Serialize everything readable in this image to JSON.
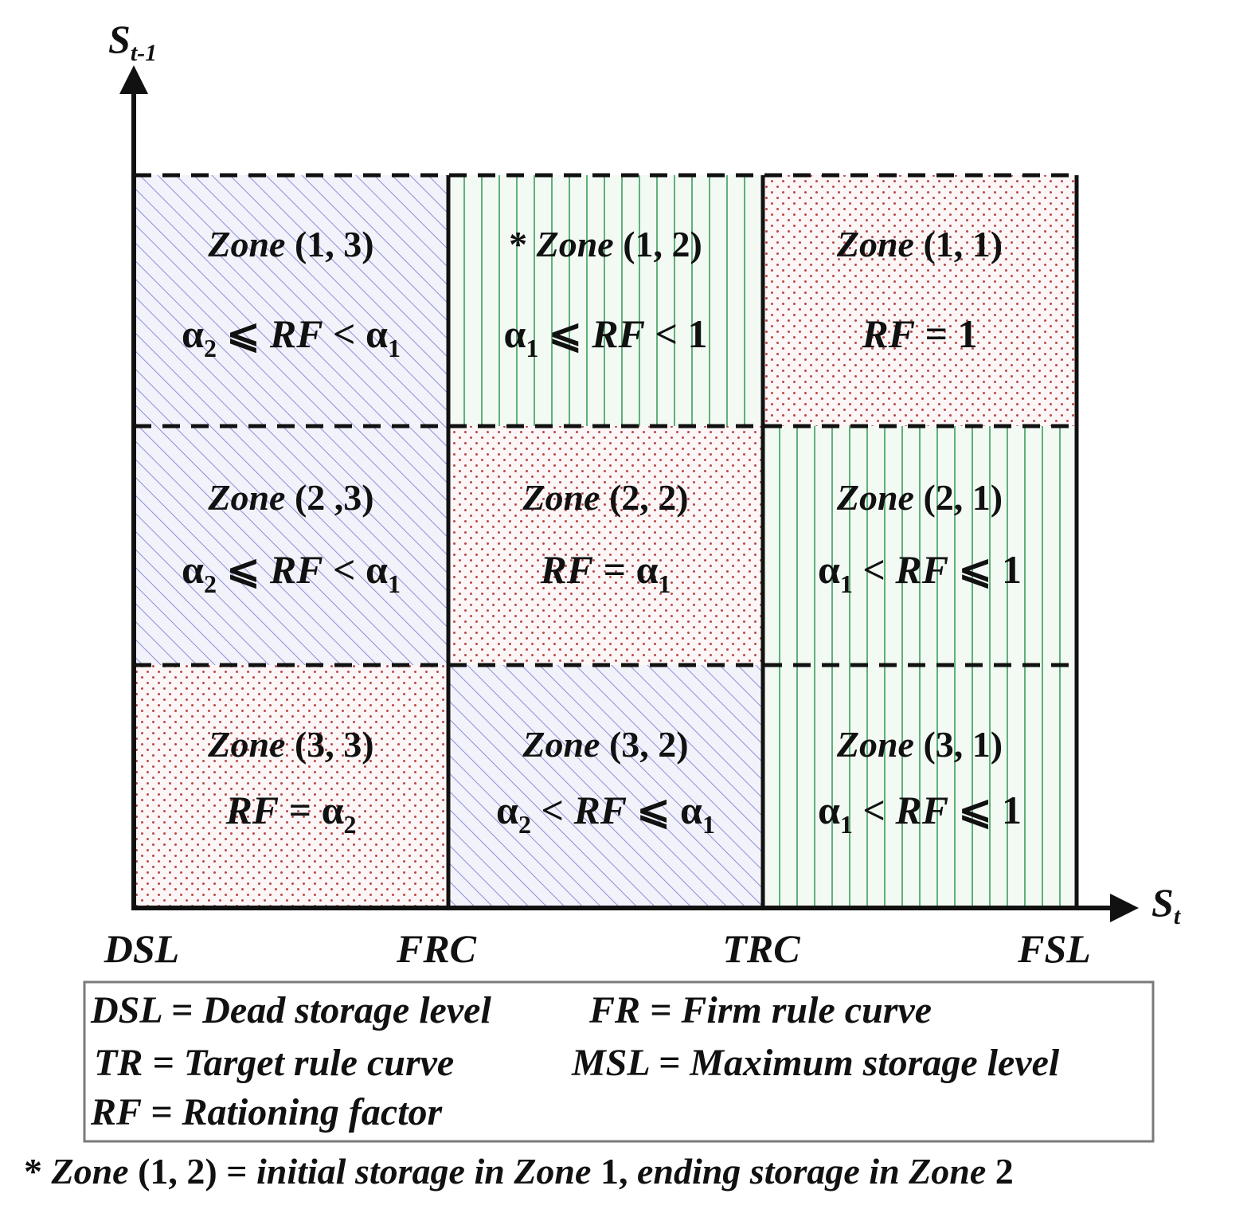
{
  "axes": {
    "y_label_main": "S",
    "y_label_sub": "t-1",
    "x_label_main": "S",
    "x_label_sub": "t"
  },
  "x_ticks": [
    "DSL",
    "FRC",
    "TRC",
    "FSL"
  ],
  "zones": [
    {
      "id": "zone-1-3",
      "pattern": "diag",
      "star": "",
      "title": "Zone",
      "coords": "(1, 3)",
      "eq": [
        {
          "t": "α",
          "i": false
        },
        {
          "t": "2",
          "i": false,
          "sub": true
        },
        {
          "t": " ⩽ ",
          "i": false
        },
        {
          "t": "RF",
          "i": true
        },
        {
          "t": " < ",
          "i": false
        },
        {
          "t": "α",
          "i": false
        },
        {
          "t": "1",
          "i": false,
          "sub": true
        }
      ]
    },
    {
      "id": "zone-1-2",
      "pattern": "vert",
      "star": "* ",
      "title": "Zone",
      "coords": "(1, 2)",
      "eq": [
        {
          "t": "α",
          "i": false
        },
        {
          "t": "1",
          "i": false,
          "sub": true
        },
        {
          "t": " ⩽ ",
          "i": false
        },
        {
          "t": "RF",
          "i": true
        },
        {
          "t": " < 1",
          "i": false
        }
      ]
    },
    {
      "id": "zone-1-1",
      "pattern": "dots",
      "star": "",
      "title": "Zone",
      "coords": "(1, 1)",
      "eq": [
        {
          "t": "RF",
          "i": true
        },
        {
          "t": " = 1",
          "i": false
        }
      ]
    },
    {
      "id": "zone-2-3",
      "pattern": "diag",
      "star": "",
      "title": "Zone",
      "coords": "(2 ,3)",
      "eq": [
        {
          "t": "α",
          "i": false
        },
        {
          "t": "2",
          "i": false,
          "sub": true
        },
        {
          "t": " ⩽ ",
          "i": false
        },
        {
          "t": "RF",
          "i": true
        },
        {
          "t": " < ",
          "i": false
        },
        {
          "t": "α",
          "i": false
        },
        {
          "t": "1",
          "i": false,
          "sub": true
        }
      ]
    },
    {
      "id": "zone-2-2",
      "pattern": "dots",
      "star": "",
      "title": "Zone",
      "coords": "(2, 2)",
      "eq": [
        {
          "t": "RF",
          "i": true
        },
        {
          "t": " = ",
          "i": false
        },
        {
          "t": "α",
          "i": false
        },
        {
          "t": "1",
          "i": false,
          "sub": true
        }
      ]
    },
    {
      "id": "zone-2-1",
      "pattern": "vert",
      "star": "",
      "title": "Zone",
      "coords": "(2, 1)",
      "eq": [
        {
          "t": "α",
          "i": false
        },
        {
          "t": "1",
          "i": false,
          "sub": true
        },
        {
          "t": " < ",
          "i": false
        },
        {
          "t": "RF",
          "i": true
        },
        {
          "t": " ⩽ 1",
          "i": false
        }
      ]
    },
    {
      "id": "zone-3-3",
      "pattern": "dots",
      "star": "",
      "title": "Zone",
      "coords": "(3, 3)",
      "eq": [
        {
          "t": "RF",
          "i": true
        },
        {
          "t": " = ",
          "i": false
        },
        {
          "t": "α",
          "i": false
        },
        {
          "t": "2",
          "i": false,
          "sub": true
        }
      ]
    },
    {
      "id": "zone-3-2",
      "pattern": "diag",
      "star": "",
      "title": "Zone",
      "coords": "(3, 2)",
      "eq": [
        {
          "t": "α",
          "i": false
        },
        {
          "t": "2",
          "i": false,
          "sub": true
        },
        {
          "t": " < ",
          "i": false
        },
        {
          "t": "RF",
          "i": true
        },
        {
          "t": " ⩽ ",
          "i": false
        },
        {
          "t": "α",
          "i": false
        },
        {
          "t": "1",
          "i": false,
          "sub": true
        }
      ]
    },
    {
      "id": "zone-3-1",
      "pattern": "vert",
      "star": "",
      "title": "Zone",
      "coords": "(3, 1)",
      "eq": [
        {
          "t": "α",
          "i": false
        },
        {
          "t": "1",
          "i": false,
          "sub": true
        },
        {
          "t": " < ",
          "i": false
        },
        {
          "t": "RF",
          "i": true
        },
        {
          "t": " ⩽ 1",
          "i": false
        }
      ]
    }
  ],
  "legend": {
    "items": [
      "DSL = Dead storage level",
      "FR = Firm rule curve",
      "TR = Target rule curve",
      "MSL = Maximum storage level",
      "RF = Rationing factor"
    ]
  },
  "footnote": {
    "star": "* ",
    "zone": "Zone",
    "coords": " (1, 2) = ",
    "text1": "initial storage in ",
    "zone1": "Zone",
    "num1": " 1, ",
    "text2": "ending storage in ",
    "zone2": "Zone",
    "num2": " 2"
  },
  "colors": {
    "diag_line": "#8c8fd6",
    "diag_bg": "#f2f2fb",
    "vert_line": "#5fb07a",
    "vert_bg": "#f3faf4",
    "dot": "#b84a4a",
    "dot_bg": "#fdf6f6",
    "ink": "#111111"
  }
}
